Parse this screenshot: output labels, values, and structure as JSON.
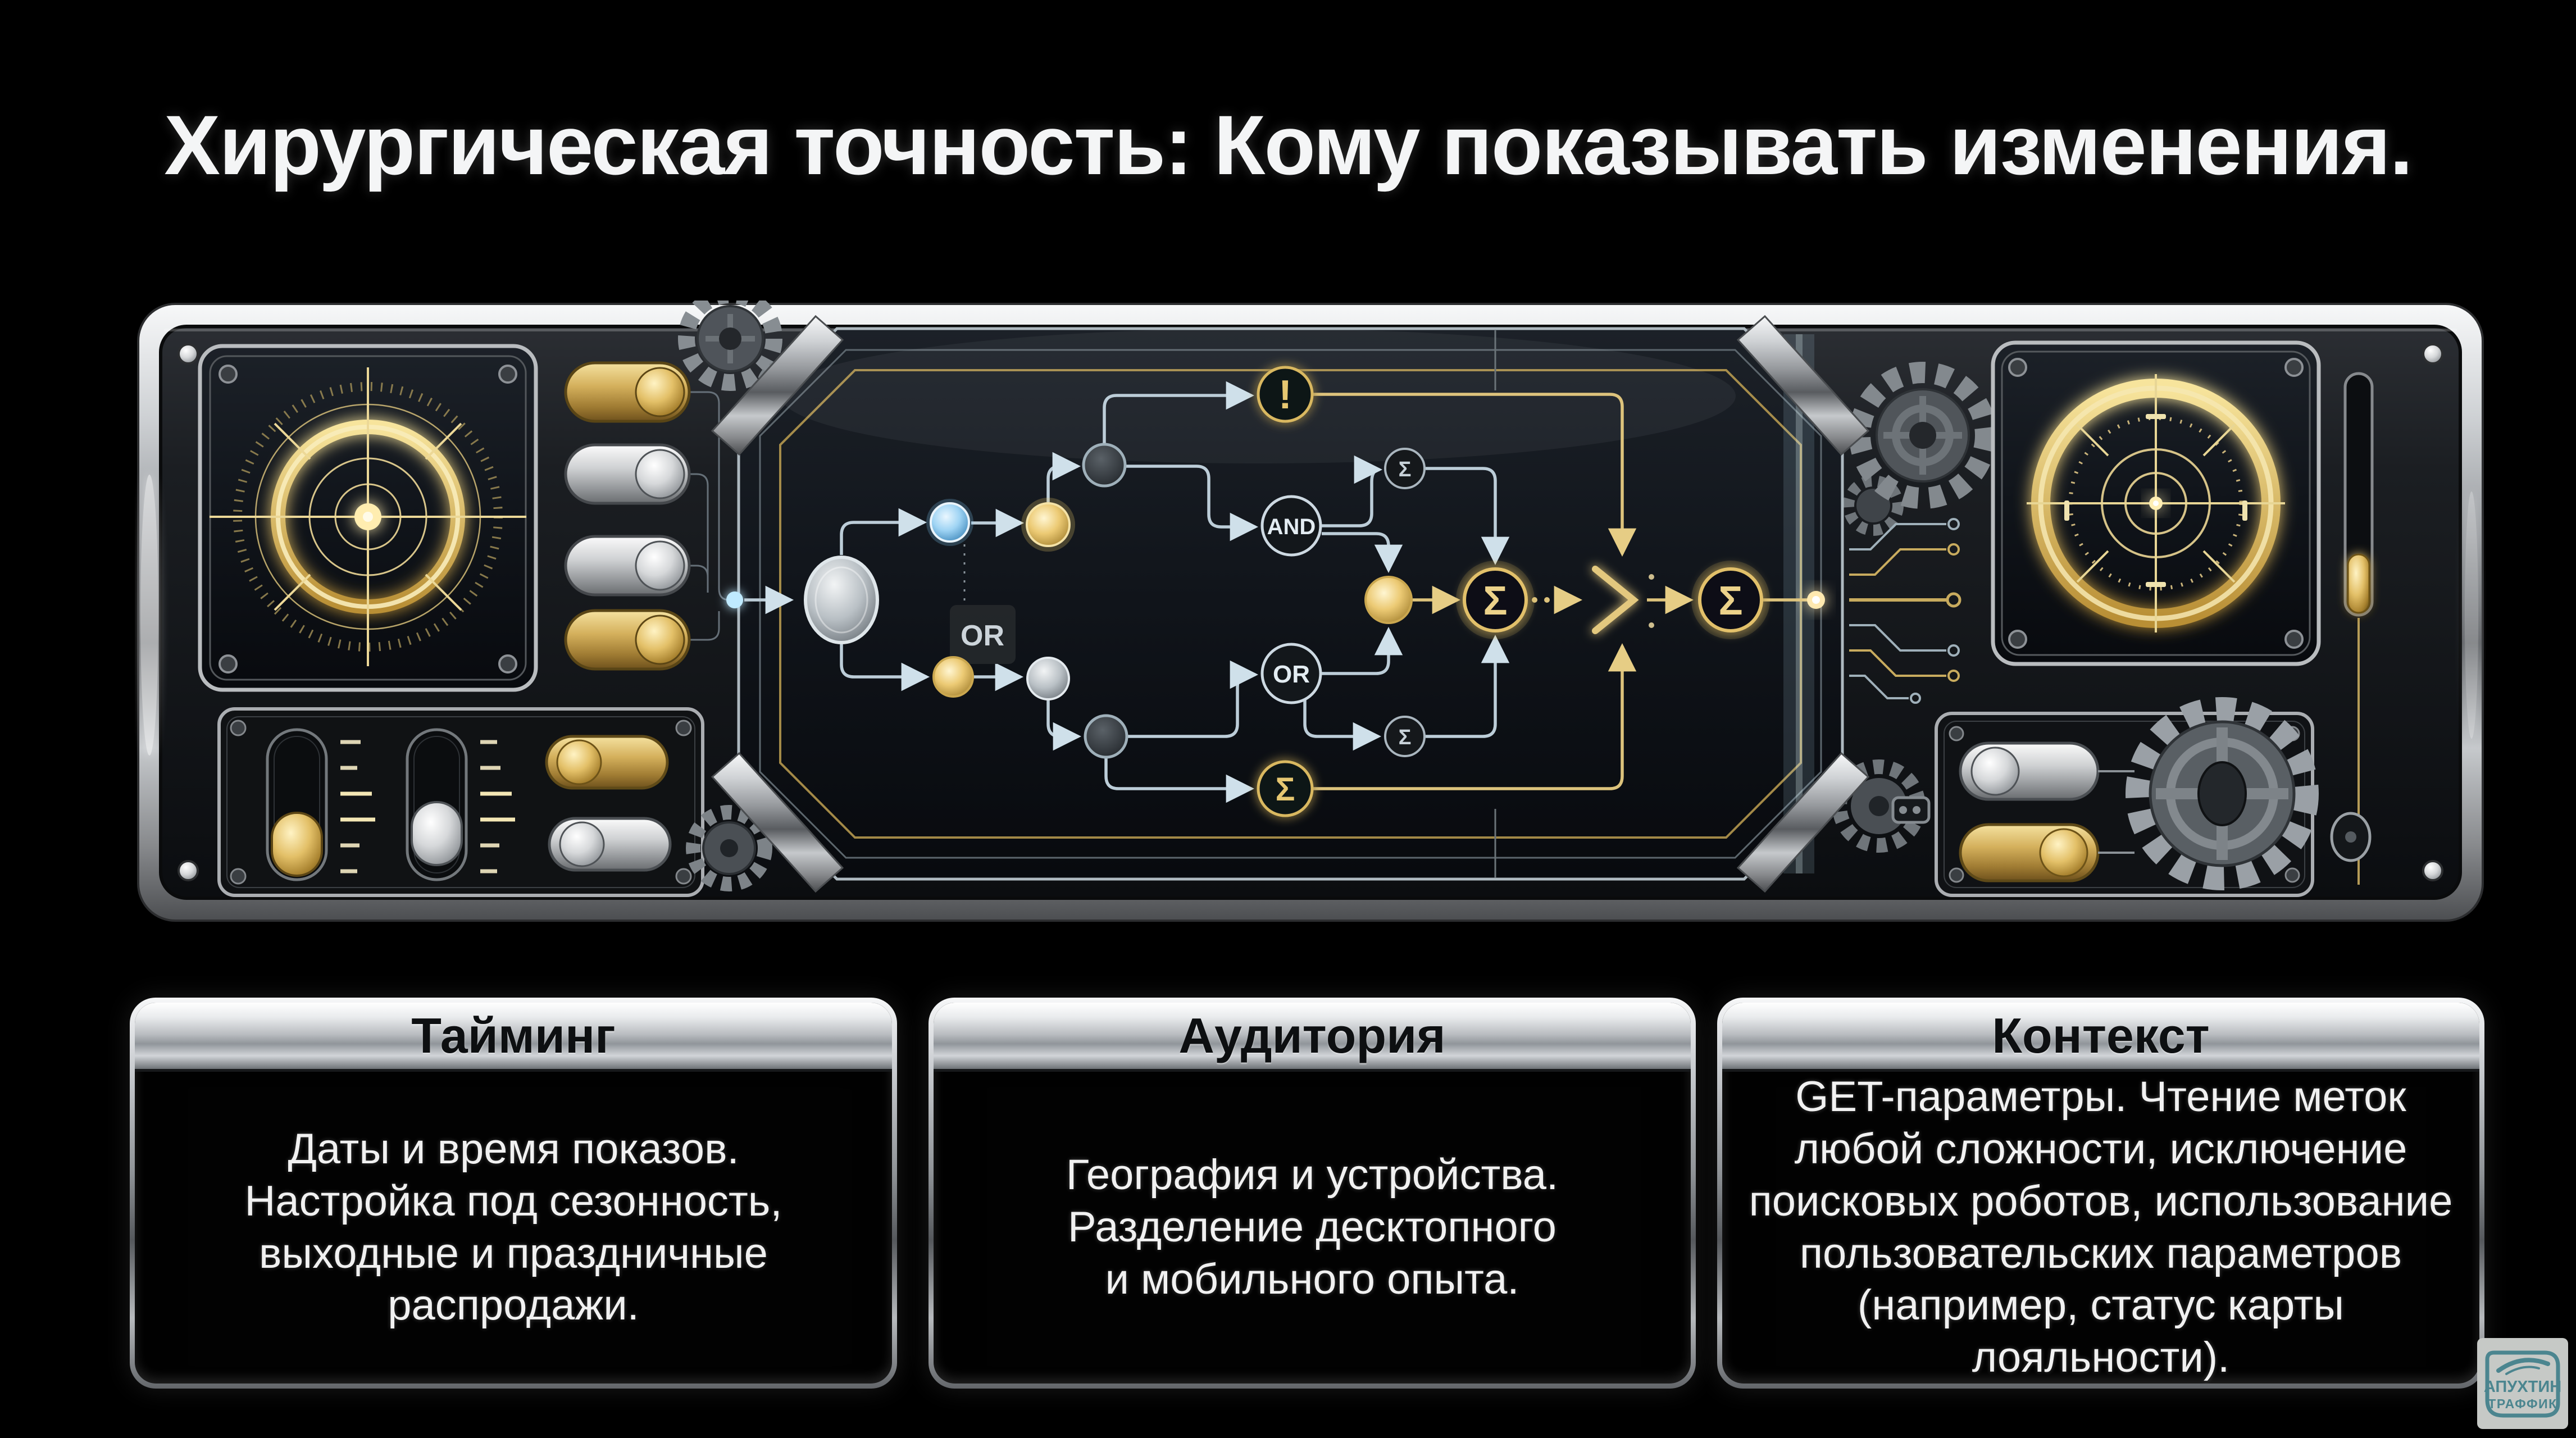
{
  "title": "Хирургическая точность: Кому показывать изменения.",
  "machine": {
    "labels": {
      "or_box": "OR",
      "and_node": "AND",
      "or_node": "OR",
      "not_node": "!",
      "sum_small_top": "Σ",
      "sum_small_bottom": "Σ",
      "sum_bottom": "Σ",
      "sum_merge_1": "Σ",
      "sum_merge_2": "Σ"
    }
  },
  "cards": [
    {
      "title": "Тайминг",
      "body": "Даты и время показов.\nНастройка под сезонность,\nвыходные и праздничные\nраспродажи."
    },
    {
      "title": "Аудитория",
      "body": "География и устройства.\nРазделение десктопного\nи мобильного опыта."
    },
    {
      "title": "Контекст",
      "body": "GET-параметры. Чтение меток\nлюбой сложности, исключение\nпоисковых роботов, использование\nпользовательских параметров\n(например, статус карты лояльности)."
    }
  ],
  "watermark": {
    "brand_top": "АПУХТИН",
    "brand_bottom": "ТРАФФИК"
  },
  "colors": {
    "background": "#000000",
    "gold": "#d9be77",
    "steel_line": "#bccdd8",
    "silver": "#c9ccd0",
    "accent_cyan": "#9fe0ff",
    "card_header_text": "#0d0f11",
    "card_body_text": "#f1f1f1",
    "watermark_teal": "#4b858f"
  }
}
